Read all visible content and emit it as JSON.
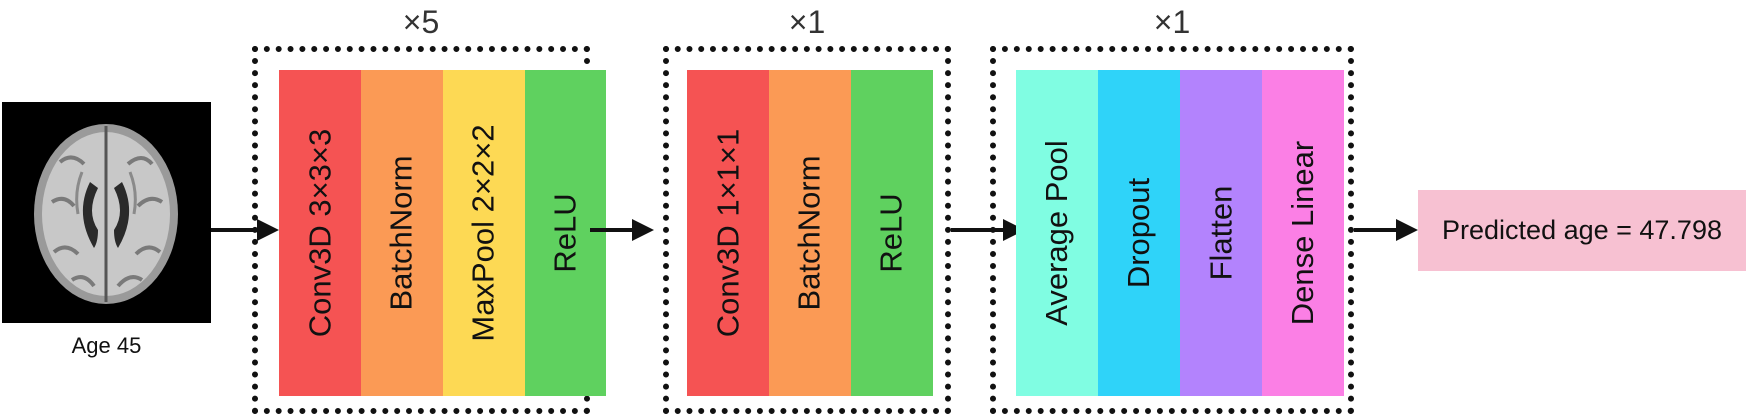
{
  "input": {
    "caption": "Age 45"
  },
  "groups": [
    {
      "multiplier": "×5",
      "layers": [
        {
          "label": "Conv3D 3×3×3",
          "color": "#f55353"
        },
        {
          "label": "BatchNorm",
          "color": "#fb9a55"
        },
        {
          "label": "MaxPool 2×2×2",
          "color": "#fdd954"
        },
        {
          "label": "ReLU",
          "color": "#5fd15f"
        }
      ]
    },
    {
      "multiplier": "×1",
      "layers": [
        {
          "label": "Conv3D 1×1×1",
          "color": "#f55353"
        },
        {
          "label": "BatchNorm",
          "color": "#fb9a55"
        },
        {
          "label": "ReLU",
          "color": "#5fd15f"
        }
      ]
    },
    {
      "multiplier": "×1",
      "layers": [
        {
          "label": "Average Pool",
          "color": "#80fde2"
        },
        {
          "label": "Dropout",
          "color": "#2fd3f9"
        },
        {
          "label": "Flatten",
          "color": "#b383fd"
        },
        {
          "label": "Dense Linear",
          "color": "#fb7fe5"
        }
      ]
    }
  ],
  "output": {
    "label": "Predicted age = 47.798",
    "color": "#f7c1d2"
  }
}
